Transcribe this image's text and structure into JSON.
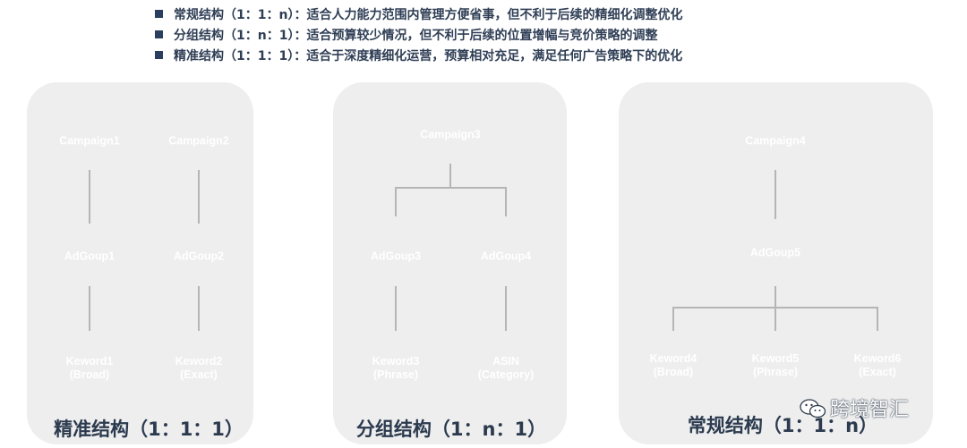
{
  "bullets": [
    "常规结构（1：1：n）：适合人力能力范围内管理方便省事，但不利于后续的精细化调整优化",
    "分组结构（1：n：1）：适合预算较少情况，但不利于后续的位置增幅与竞价策略的调整",
    "精准结构（1：1：1）：适合于深度精细化运营，预算相对充足，满足任何广告策略下的优化"
  ],
  "panels": [
    {
      "title": "精准结构（1：1：1）",
      "campaigns": [
        "Campaign1",
        "Campaign2"
      ],
      "adgroups": [
        "AdGoup1",
        "AdGoup2"
      ],
      "targets": [
        "Keword1\n(Broad)",
        "Keword2\n(Exact)"
      ]
    },
    {
      "title": "分组结构（1：n：1）",
      "campaigns": [
        "Campaign3"
      ],
      "adgroups": [
        "AdGoup3",
        "AdGoup4"
      ],
      "targets": [
        "Keword3\n(Phrase)",
        "ASIN\n(Category)"
      ]
    },
    {
      "title": "常规结构（1：1：n）",
      "campaigns": [
        "Campaign4"
      ],
      "adgroups": [
        "AdGoup5"
      ],
      "targets": [
        "Keword4\n(Broad)",
        "Keword5\n(Phrase)",
        "Keword6\n(Exact)"
      ]
    }
  ],
  "watermark": "跨境智汇",
  "colors": {
    "campaign": "#263e5f",
    "adgroup": "#5a7384",
    "keyword": "#9ab0c9",
    "panel": "#eeeeee",
    "connector": "#b5b5b5"
  }
}
